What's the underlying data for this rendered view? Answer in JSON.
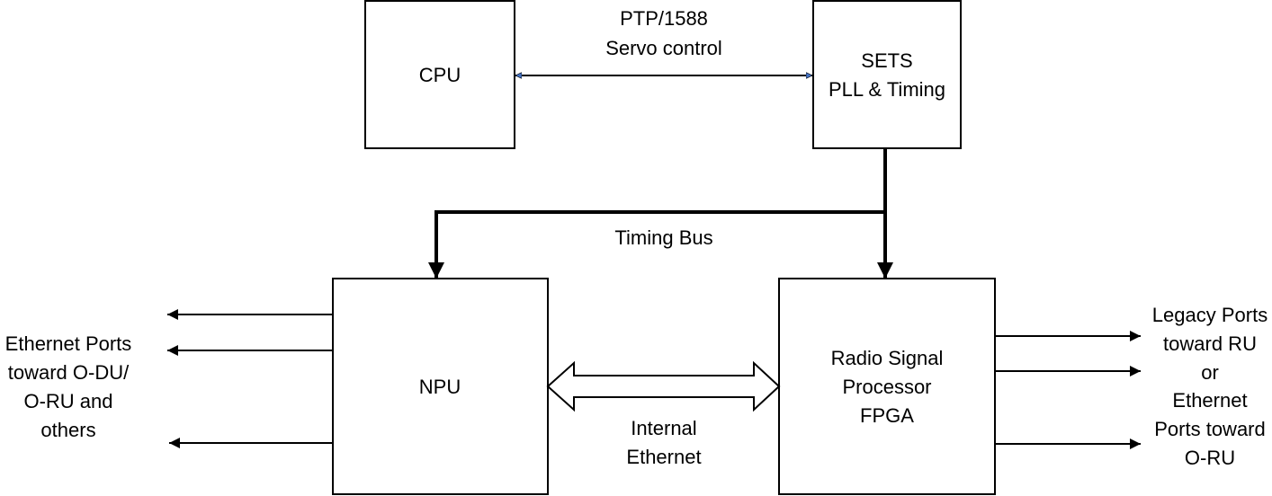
{
  "blocks": {
    "cpu": {
      "label": "CPU"
    },
    "sets": {
      "line1": "SETS",
      "line2": "PLL & Timing"
    },
    "npu": {
      "label": "NPU"
    },
    "rsp": {
      "line1": "Radio Signal",
      "line2": "Processor",
      "line3": "FPGA"
    }
  },
  "links": {
    "ptp": {
      "line1": "PTP/1588",
      "line2": "Servo control"
    },
    "timing_bus": {
      "label": "Timing Bus"
    },
    "internal_ethernet": {
      "line1": "Internal",
      "line2": "Ethernet"
    }
  },
  "ports": {
    "left": {
      "line1": "Ethernet Ports",
      "line2": "toward O-DU/",
      "line3": "O-RU and",
      "line4": "others"
    },
    "right": {
      "line1": "Legacy Ports",
      "line2": "toward RU",
      "line3": "or",
      "line4": "Ethernet",
      "line5": "Ports toward",
      "line6": "O-RU"
    }
  },
  "colors": {
    "line": "#000000",
    "ptp_arrowhead": "#4472C4",
    "background": "#ffffff"
  }
}
